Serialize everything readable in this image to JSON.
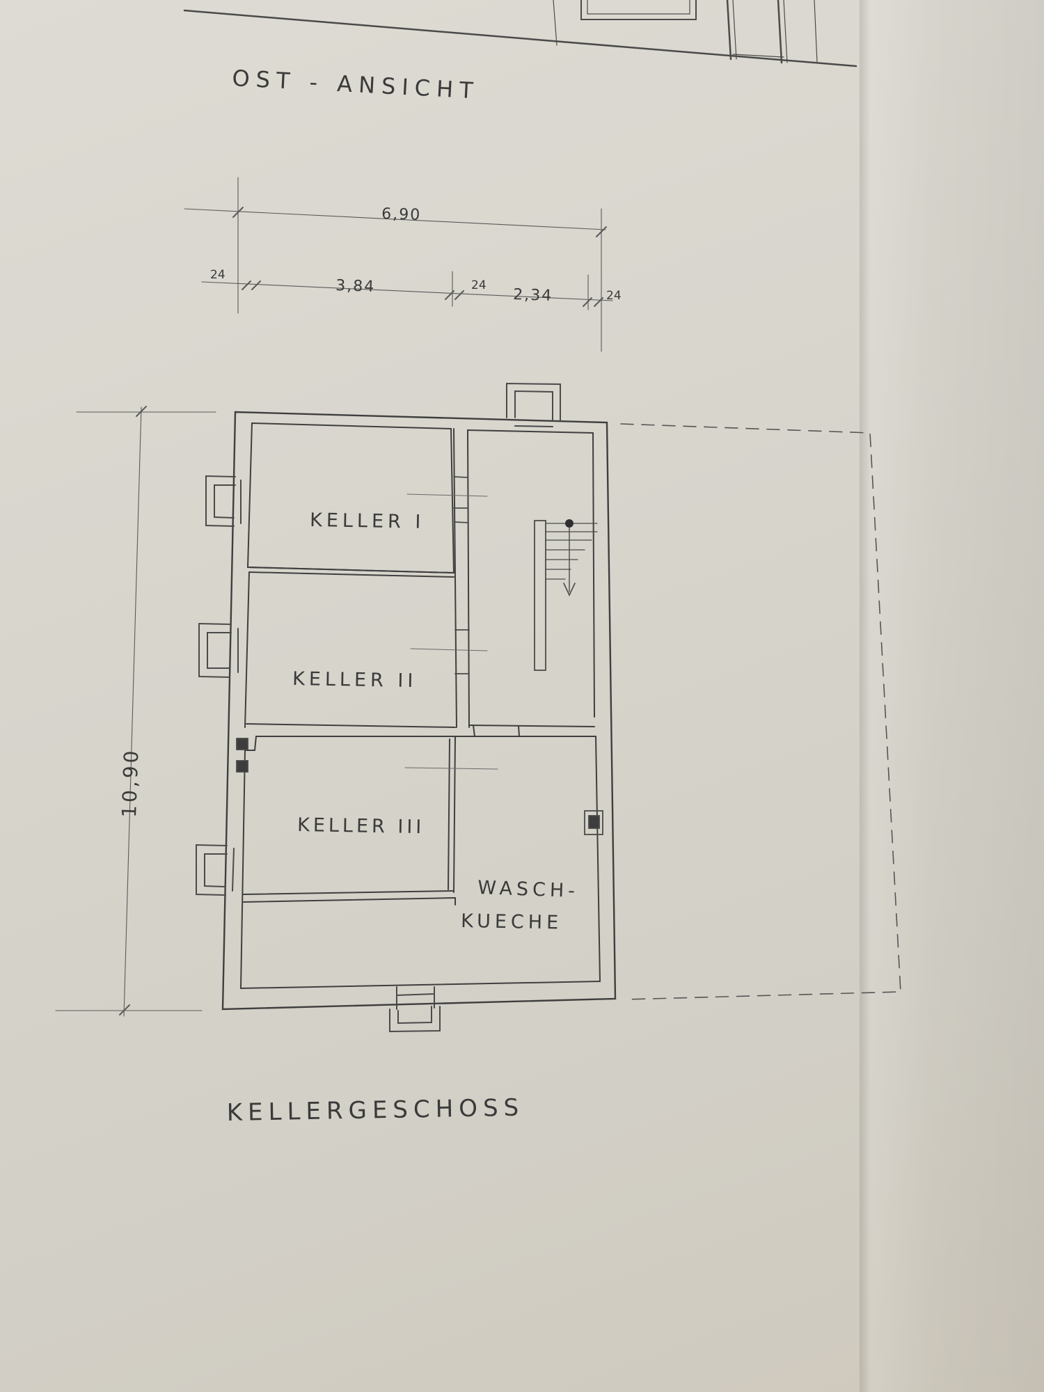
{
  "drawing": {
    "elevation_label": "OST - ANSICHT",
    "plan_title": "KELLERGESCHOSS",
    "dimensions": {
      "overall_width": "6,90",
      "wall_left": "24",
      "room_left_width": "3,84",
      "wall_middle": "24",
      "room_right_width": "2,34",
      "wall_right": "24",
      "overall_depth": "10,90"
    },
    "rooms": {
      "keller_1": "KELLER I",
      "keller_2": "KELLER II",
      "keller_3": "KELLER III",
      "wasch_line1": "WASCH-",
      "wasch_line2": "KUECHE"
    }
  }
}
